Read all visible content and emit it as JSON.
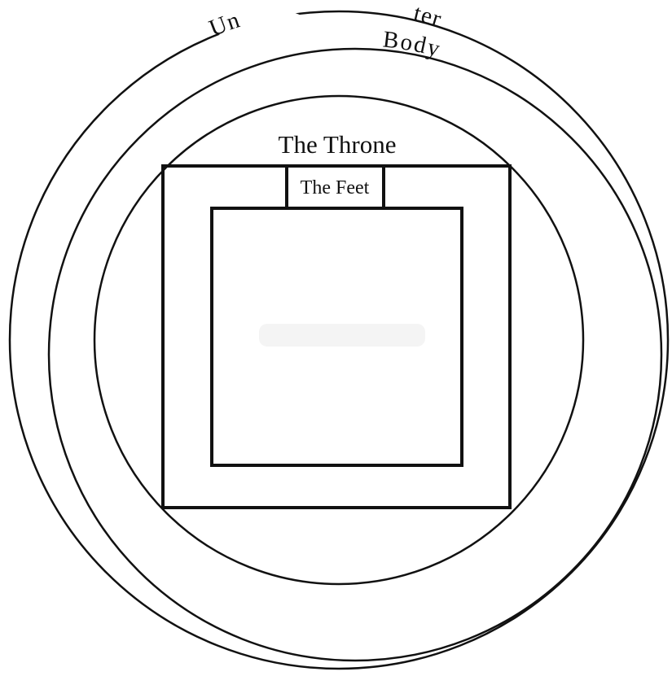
{
  "diagram": {
    "outer_ring_label": "Un",
    "outer_ring_label_tail": "ter",
    "middle_ring_label": "Body",
    "throne_label": "The Throne",
    "feet_label": "The Feet"
  },
  "colors": {
    "stroke": "#111111",
    "background": "#ffffff"
  }
}
